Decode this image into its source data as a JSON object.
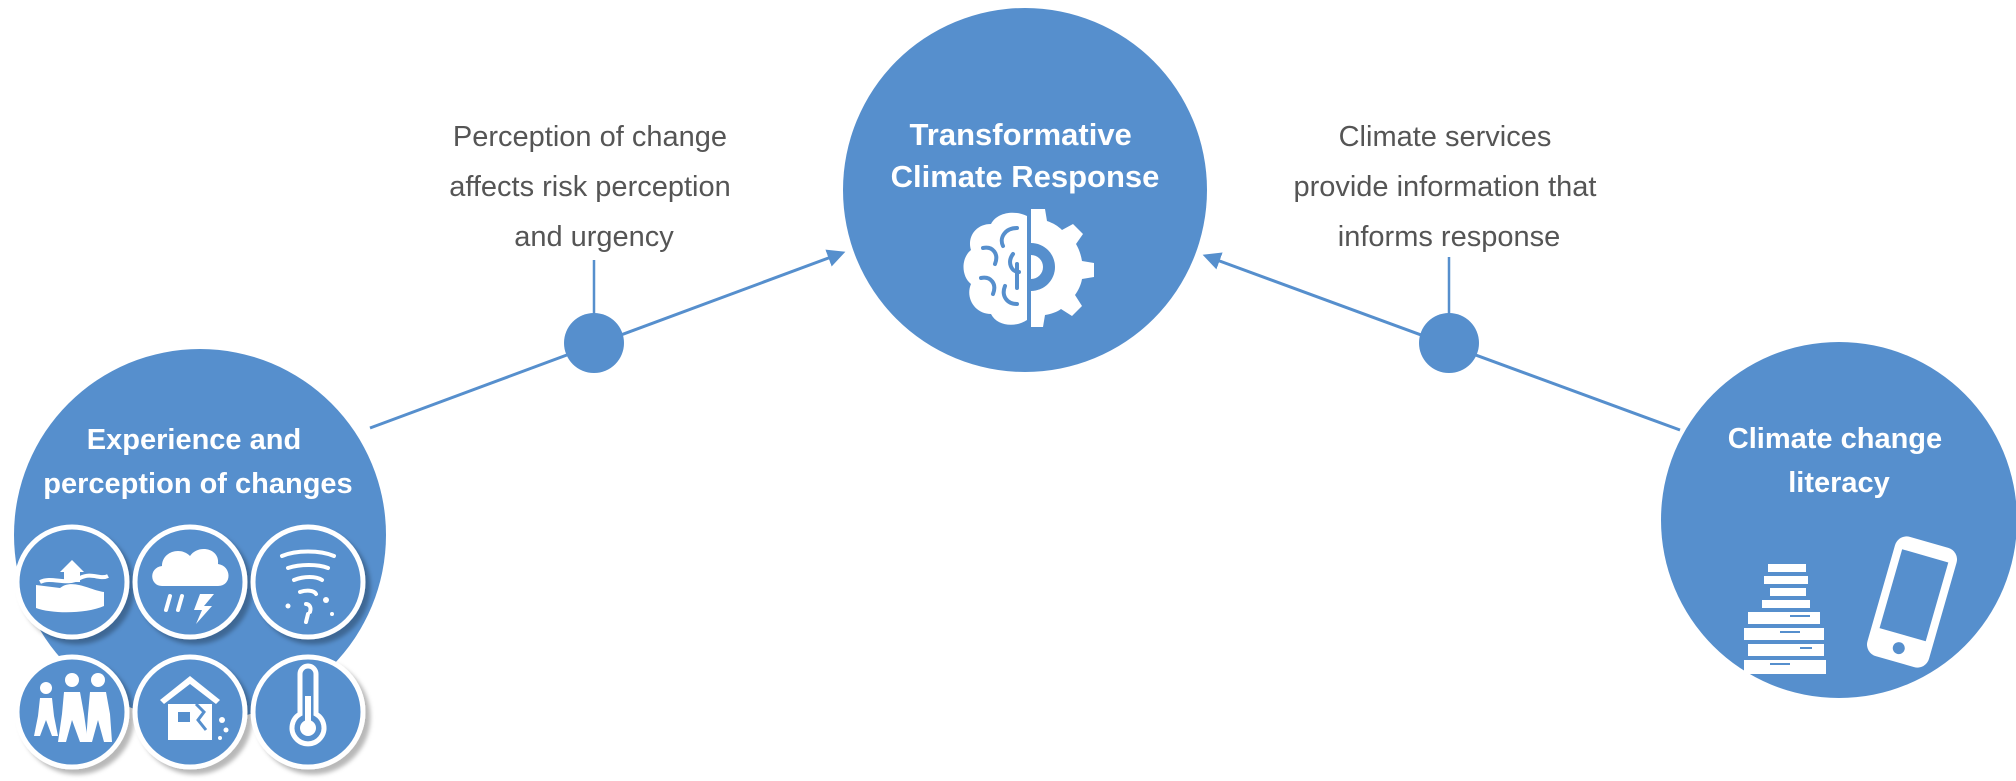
{
  "colors": {
    "primary_blue": "#568fcd",
    "connector_blue": "#568fcd",
    "caption_text": "#555555",
    "icon_white": "#ffffff"
  },
  "nodes": {
    "center": {
      "title_lines": [
        "Transformative",
        "Climate Response"
      ],
      "icon": "brain-gear-icon"
    },
    "left": {
      "title_lines": [
        "Experience and",
        "perception of changes"
      ],
      "icons": [
        "flood-icon",
        "storm-cloud-icon",
        "tornado-icon",
        "family-icon",
        "damaged-house-icon",
        "thermometer-icon"
      ]
    },
    "right": {
      "title_lines": [
        "Climate change",
        "literacy"
      ],
      "icons": [
        "books-icon",
        "smartphone-icon"
      ]
    }
  },
  "connectors": {
    "left": {
      "caption_lines": [
        "Perception of change",
        "affects risk perception",
        "and urgency"
      ]
    },
    "right": {
      "caption_lines": [
        "Climate services",
        "provide information that",
        "informs response"
      ]
    }
  }
}
